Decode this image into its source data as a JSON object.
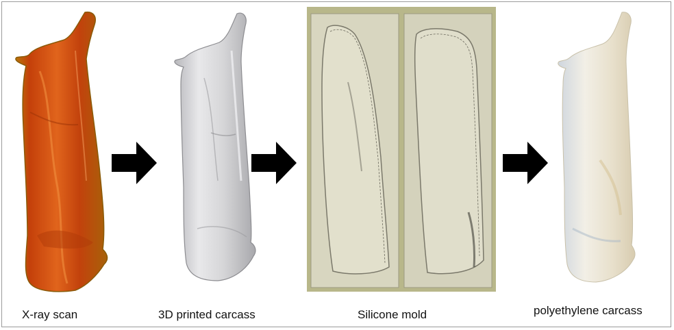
{
  "steps": [
    {
      "label": "X-ray scan"
    },
    {
      "label": "3D printed carcass"
    },
    {
      "label": "Silicone mold"
    },
    {
      "label": "polyethylene carcass"
    }
  ]
}
